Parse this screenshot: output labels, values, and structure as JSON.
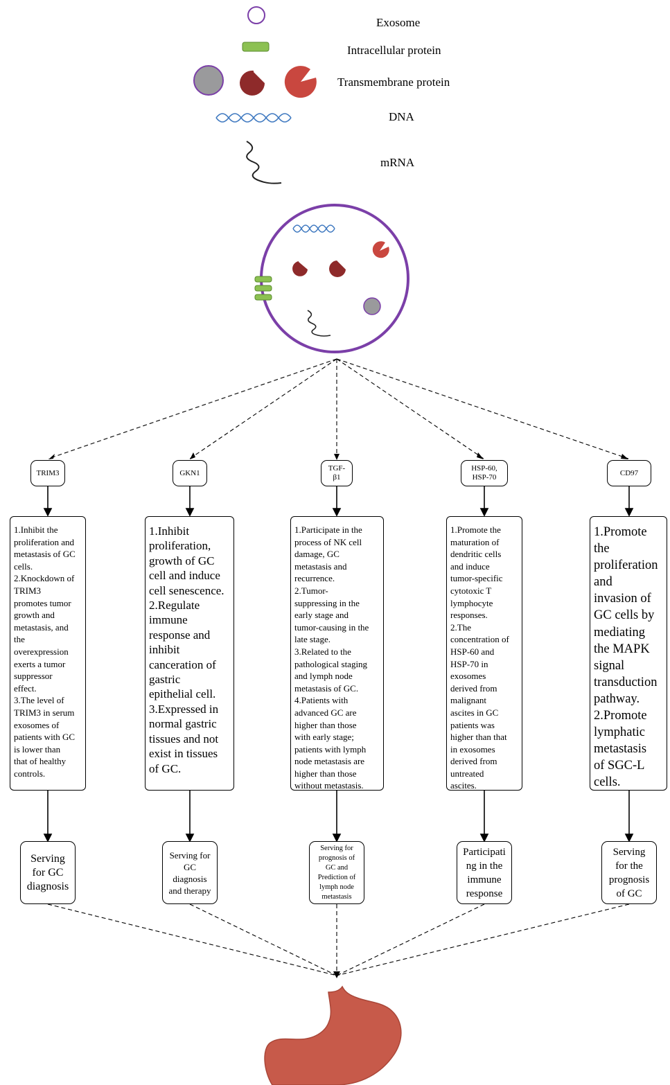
{
  "legend": {
    "exosome": "Exosome",
    "intracellular_protein": "Intracellular protein",
    "transmembrane_protein": "Transmembrane protein",
    "dna": "DNA",
    "mrna": "mRNA"
  },
  "colors": {
    "exosome_outline": "#7b3fa8",
    "intracellular_protein": "#8cc152",
    "transmembrane_gray": "#9a9a9c",
    "transmembrane_dark_red": "#8e2a2a",
    "transmembrane_red": "#c9473f",
    "dna": "#3f79c0",
    "stomach": "#c75a4a"
  },
  "markers": [
    {
      "lines": [
        "TRIM3"
      ]
    },
    {
      "lines": [
        "GKN1"
      ]
    },
    {
      "lines": [
        "TGF-",
        "β1"
      ]
    },
    {
      "lines": [
        "HSP-60,",
        "HSP-70"
      ]
    },
    {
      "lines": [
        "CD97"
      ]
    }
  ],
  "descriptions": [
    {
      "lines": [
        "1.Inhibit the",
        "proliferation and",
        "metastasis of GC",
        "cells.",
        "2.Knockdown of",
        "TRIM3",
        "promotes tumor",
        "growth and",
        "metastasis, and",
        "the",
        "overexpression",
        "exerts a tumor",
        "suppressor",
        "effect.",
        "3.The level of",
        "TRIM3 in serum",
        "exosomes of",
        "patients with GC",
        "is lower than",
        "that of healthy",
        "controls."
      ]
    },
    {
      "lines": [
        "1.Inhibit",
        "proliferation,",
        "growth of GC",
        "cell and induce",
        "cell senescence.",
        "2.Regulate",
        "immune",
        "response and",
        "inhibit",
        "canceration of",
        "gastric",
        "epithelial cell.",
        "3.Expressed in",
        "normal gastric",
        "tissues and not",
        "exist in tissues",
        "of GC."
      ]
    },
    {
      "lines": [
        "1.Participate in the",
        "process of NK cell",
        "damage, GC",
        "metastasis and",
        "recurrence.",
        "2.Tumor-",
        "suppressing in the",
        "early stage and",
        "tumor-causing in the",
        "late stage.",
        "3.Related to the",
        "pathological staging",
        "and lymph node",
        "metastasis of GC.",
        "4.Patients with",
        "advanced GC are",
        "higher than those",
        "with early stage;",
        "patients with lymph",
        "node metastasis are",
        "higher than those",
        "without metastasis."
      ]
    },
    {
      "lines": [
        "1.Promote the",
        "maturation of",
        "dendritic cells",
        "and induce",
        "tumor-specific",
        "cytotoxic T",
        "lymphocyte",
        "responses.",
        "2.The",
        "concentration of",
        "HSP-60 and",
        "HSP-70 in",
        "exosomes",
        "derived from",
        "malignant",
        "ascites in GC",
        "patients was",
        "higher than that",
        "in exosomes",
        "derived from",
        "untreated",
        "ascites."
      ]
    },
    {
      "lines": [
        "1.Promote",
        "the",
        "proliferation",
        "and",
        "invasion of",
        "GC cells by",
        "mediating",
        "the MAPK",
        "signal",
        "transduction",
        "pathway.",
        "2.Promote",
        "lymphatic",
        "metastasis",
        "of SGC-L",
        "cells."
      ]
    }
  ],
  "outcomes": [
    {
      "lines": [
        "Serving",
        "for GC",
        "diagnosis"
      ]
    },
    {
      "lines": [
        "Serving for",
        "GC",
        "diagnosis",
        "and therapy"
      ]
    },
    {
      "lines": [
        "Serving for",
        "prognosis of",
        "GC and",
        "Prediction of",
        "lymph node",
        "metastasis"
      ]
    },
    {
      "lines": [
        "Participati",
        "ng in the",
        "immune",
        "response"
      ]
    },
    {
      "lines": [
        "Serving",
        "for the",
        "prognosis",
        "of GC"
      ]
    }
  ]
}
